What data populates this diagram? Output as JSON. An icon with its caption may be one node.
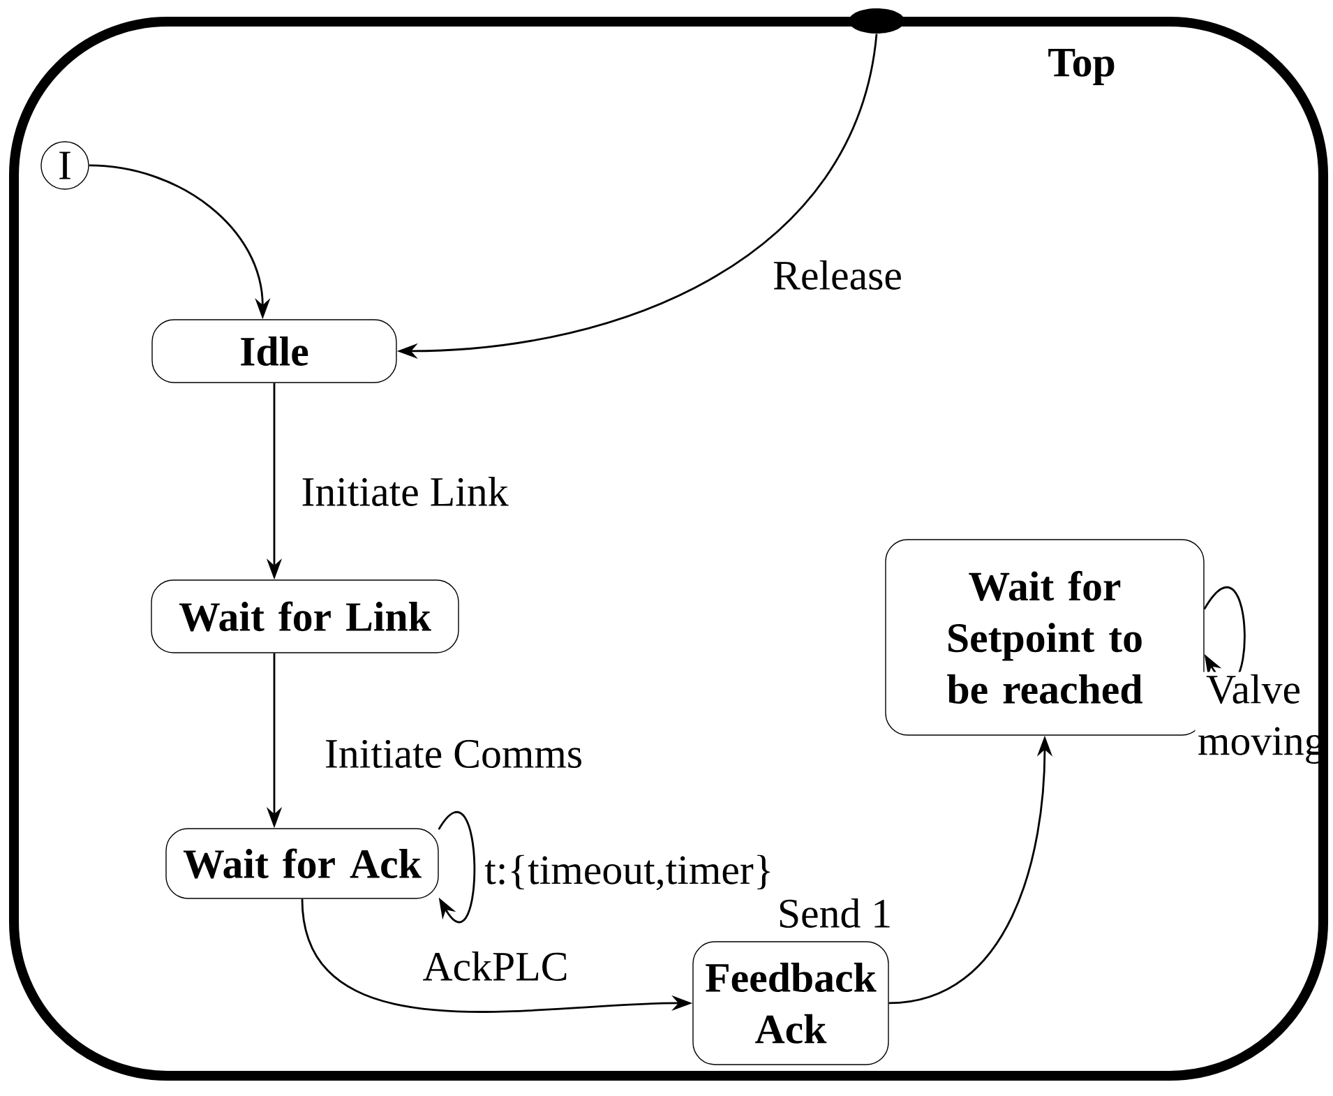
{
  "diagram": {
    "nodes": [
      {
        "text": [
          "Top"
        ]
      },
      {
        "text": [
          "I"
        ],
        "in": 0
      },
      {
        "text": [
          "Idle"
        ],
        "in": 0
      },
      {
        "text": [
          "Wait for Link"
        ],
        "in": 0
      },
      {
        "text": [
          "Wait for Ack"
        ],
        "in": 0
      },
      {
        "text": [
          "Feedback Ack"
        ],
        "in": 0
      },
      {
        "text": [
          "Wait for Setpoint to be reached"
        ],
        "in": 0
      },
      {
        "text": [],
        "shape": "circle"
      }
    ],
    "edges": [
      {
        "from": 1,
        "to": 2,
        "arrow": "to"
      },
      {
        "from": 7,
        "to": 2,
        "arrow": "to",
        "label": "Release"
      },
      {
        "from": 2,
        "to": 3,
        "arrow": "to",
        "label": "Initiate Link"
      },
      {
        "from": 3,
        "to": 4,
        "arrow": "to",
        "label": "Initiate Comms"
      },
      {
        "from": 4,
        "to": 4,
        "arrow": "to",
        "label": "t:{timeout,timer}"
      },
      {
        "from": 4,
        "to": 5,
        "arrow": "to",
        "label": "AckPLC"
      },
      {
        "from": 5,
        "to": 6,
        "arrow": "to",
        "label": "Send 1"
      },
      {
        "from": 6,
        "to": 6,
        "arrow": "to",
        "label": "Valve moving"
      }
    ]
  }
}
